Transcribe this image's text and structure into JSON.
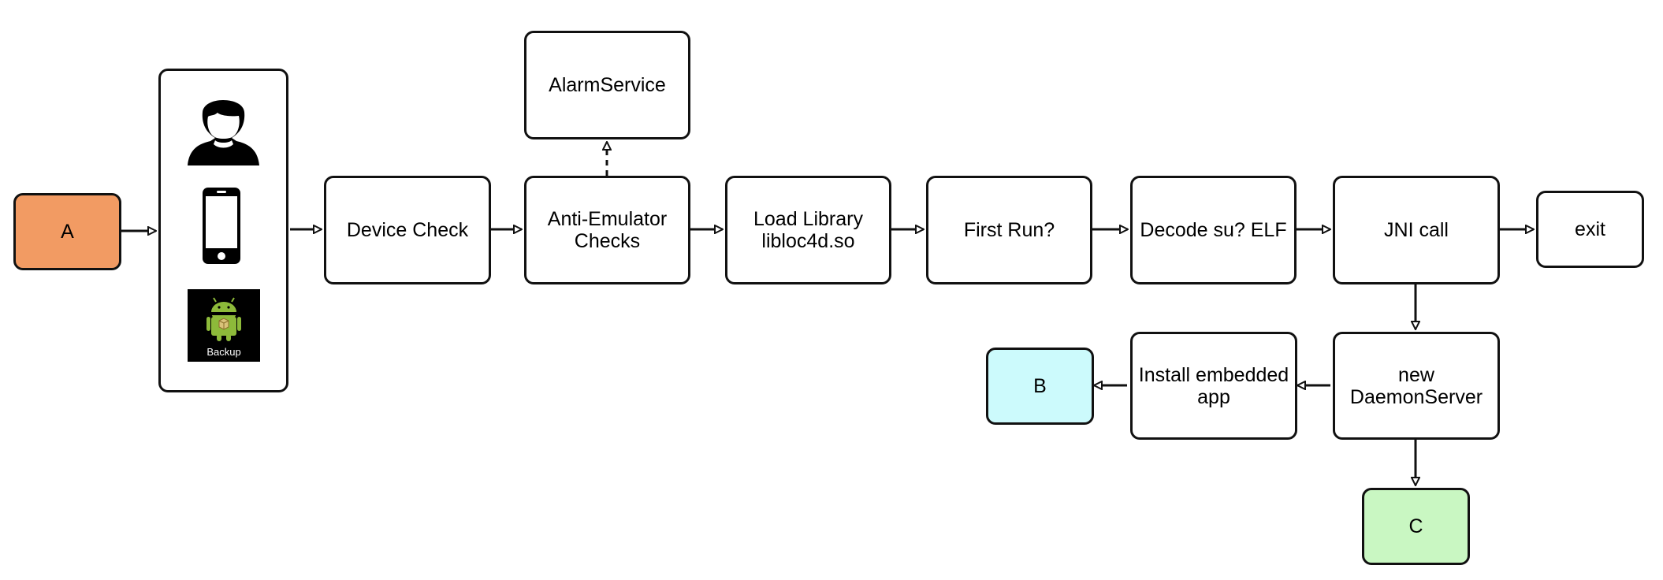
{
  "nodes": {
    "a": "A",
    "b": "B",
    "c": "C",
    "device_check": "Device Check",
    "anti_emulator": [
      "Anti-Emulator",
      "Checks"
    ],
    "alarm_service": "AlarmService",
    "load_library": [
      "Load Library",
      "libloc4d.so"
    ],
    "first_run": "First Run?",
    "decode_su": "Decode su? ELF",
    "jni_call": "JNI call",
    "exit": "exit",
    "daemon_server": [
      "new",
      "DaemonServer"
    ],
    "install_app": [
      "Install embedded",
      "app"
    ]
  },
  "icons": {
    "user": "user-icon",
    "phone": "smartphone-icon",
    "backup": "android-backup-icon",
    "backup_label": "Backup"
  },
  "colors": {
    "a_fill": "#F29B63",
    "b_fill": "#CCFAFC",
    "c_fill": "#C9F7C2",
    "stroke": "#111111"
  }
}
